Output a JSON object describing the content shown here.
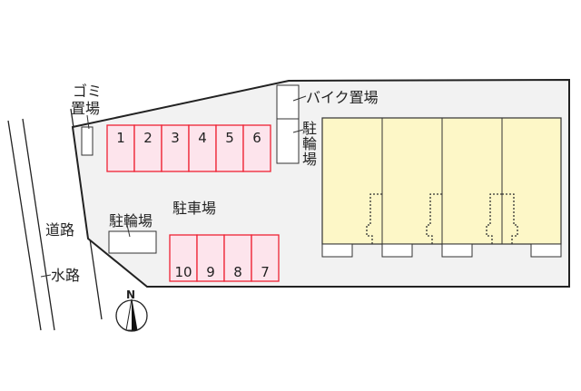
{
  "labels": {
    "garbage_line1": "ゴミ",
    "garbage_line2": "置場",
    "parking": "駐車場",
    "bicycle_parking": "駐輪場",
    "road": "道路",
    "waterway": "水路",
    "motorbike_parking": "バイク置場",
    "bicycle_parking_vertical": [
      "駐",
      "輪",
      "場"
    ],
    "north": "N"
  },
  "parking_spaces_top": [
    "1",
    "2",
    "3",
    "4",
    "5",
    "6"
  ],
  "parking_spaces_bottom": [
    "10",
    "9",
    "8",
    "7"
  ],
  "colors": {
    "lot_fill": "#f2f2f2",
    "parking_fill": "#fde4ec",
    "parking_border": "#ee2233",
    "building_fill": "#fdf7c7",
    "outline": "#222222"
  },
  "building_units": 4
}
